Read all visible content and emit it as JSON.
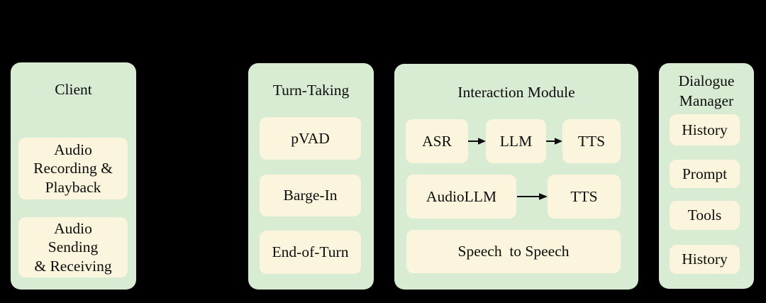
{
  "colors": {
    "background": "#000000",
    "panel_green": "#d8ebd3",
    "card_cream": "#faf5dc",
    "text": "#0d0d0d"
  },
  "panels": {
    "client": {
      "title": "Client",
      "items": [
        "Audio\nRecording &\nPlayback",
        "Audio\nSending\n& Receiving"
      ]
    },
    "turn_taking": {
      "title": "Turn-Taking",
      "items": [
        "pVAD",
        "Barge-In",
        "End-of-Turn"
      ]
    },
    "interaction_module": {
      "title": "Interaction Module",
      "pipeline_1": [
        "ASR",
        "LLM",
        "TTS"
      ],
      "pipeline_2": [
        "AudioLLM",
        "TTS"
      ],
      "pipeline_3": [
        "Speech  to Speech"
      ]
    },
    "dialogue_manager": {
      "title": "Dialogue\nManager",
      "items": [
        "History",
        "Prompt",
        "Tools",
        "History"
      ]
    }
  },
  "icons": {
    "arrow_right": "→"
  }
}
